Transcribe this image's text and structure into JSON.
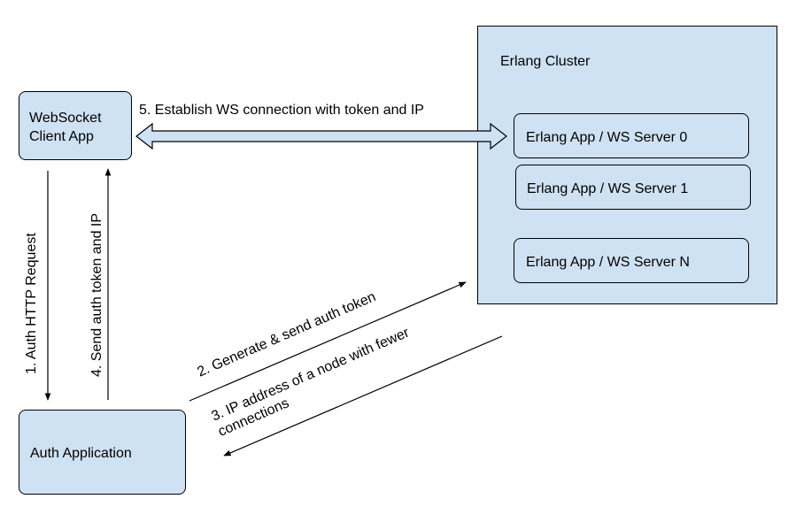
{
  "colors": {
    "box_fill": "#cfe2f3",
    "stroke": "#000000"
  },
  "cluster": {
    "title": "Erlang Cluster"
  },
  "servers": [
    "Erlang App / WS Server 0",
    "Erlang App / WS Server 1",
    "Erlang App / WS Server N"
  ],
  "client": {
    "line1": "WebSocket",
    "line2": "Client App"
  },
  "auth": {
    "label": "Auth Application"
  },
  "steps": {
    "s1": "1. Auth HTTP Request",
    "s2": "2. Generate & send auth token",
    "s3_line1": "3. IP address of a node with fewer",
    "s3_line2": "connections",
    "s4": "4. Send auth token and IP",
    "s5": "5. Establish WS connection with token and IP"
  }
}
